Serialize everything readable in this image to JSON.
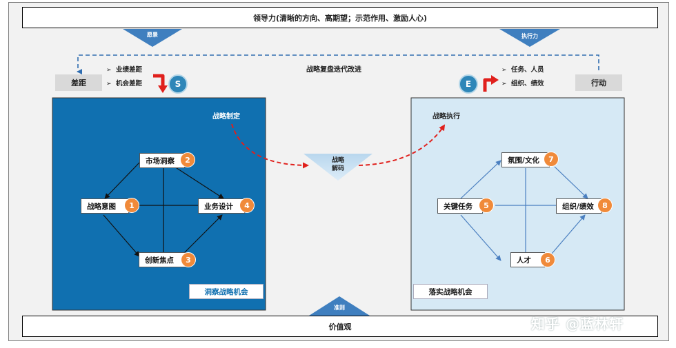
{
  "top_bar": {
    "text": "领导力(清晰的方向、高期望；示范作用、激励人心)"
  },
  "bottom_bar": {
    "text": "价值观"
  },
  "triangles": {
    "vision": "愿景",
    "execution_power": "执行力",
    "guideline": "准则"
  },
  "loop_label": "战略复盘迭代改进",
  "left_box": {
    "label": "差距",
    "bullets": [
      "业绩差距",
      "机会差距"
    ],
    "badge": "S"
  },
  "right_box": {
    "label": "行动",
    "bullets": [
      "任务、人员",
      "组织、绩效"
    ],
    "badge": "E"
  },
  "strategy_panel": {
    "title": "战略制定",
    "footer": "洞察战略机会",
    "nodes": [
      {
        "label": "战略意图",
        "num": "1"
      },
      {
        "label": "市场洞察",
        "num": "2"
      },
      {
        "label": "创新焦点",
        "num": "3"
      },
      {
        "label": "业务设计",
        "num": "4"
      }
    ]
  },
  "execution_panel": {
    "title": "战略执行",
    "footer": "落实战略机会",
    "nodes": [
      {
        "label": "关键任务",
        "num": "5"
      },
      {
        "label": "人才",
        "num": "6"
      },
      {
        "label": "氛围/文化",
        "num": "7"
      },
      {
        "label": "组织/绩效",
        "num": "8"
      }
    ]
  },
  "decode": {
    "line1": "战略",
    "line2": "解码"
  },
  "watermark": "知乎 @蓝林轩",
  "colors": {
    "strategy_panel": "#1070b0",
    "execution_panel": "#d6e9f5",
    "number_badge": "#f08a3a",
    "letter_badge": "#2e86b8",
    "red_arrow": "#e0201c",
    "triangle": "#3f7fbf",
    "dashed_loop": "#2f6db0"
  }
}
